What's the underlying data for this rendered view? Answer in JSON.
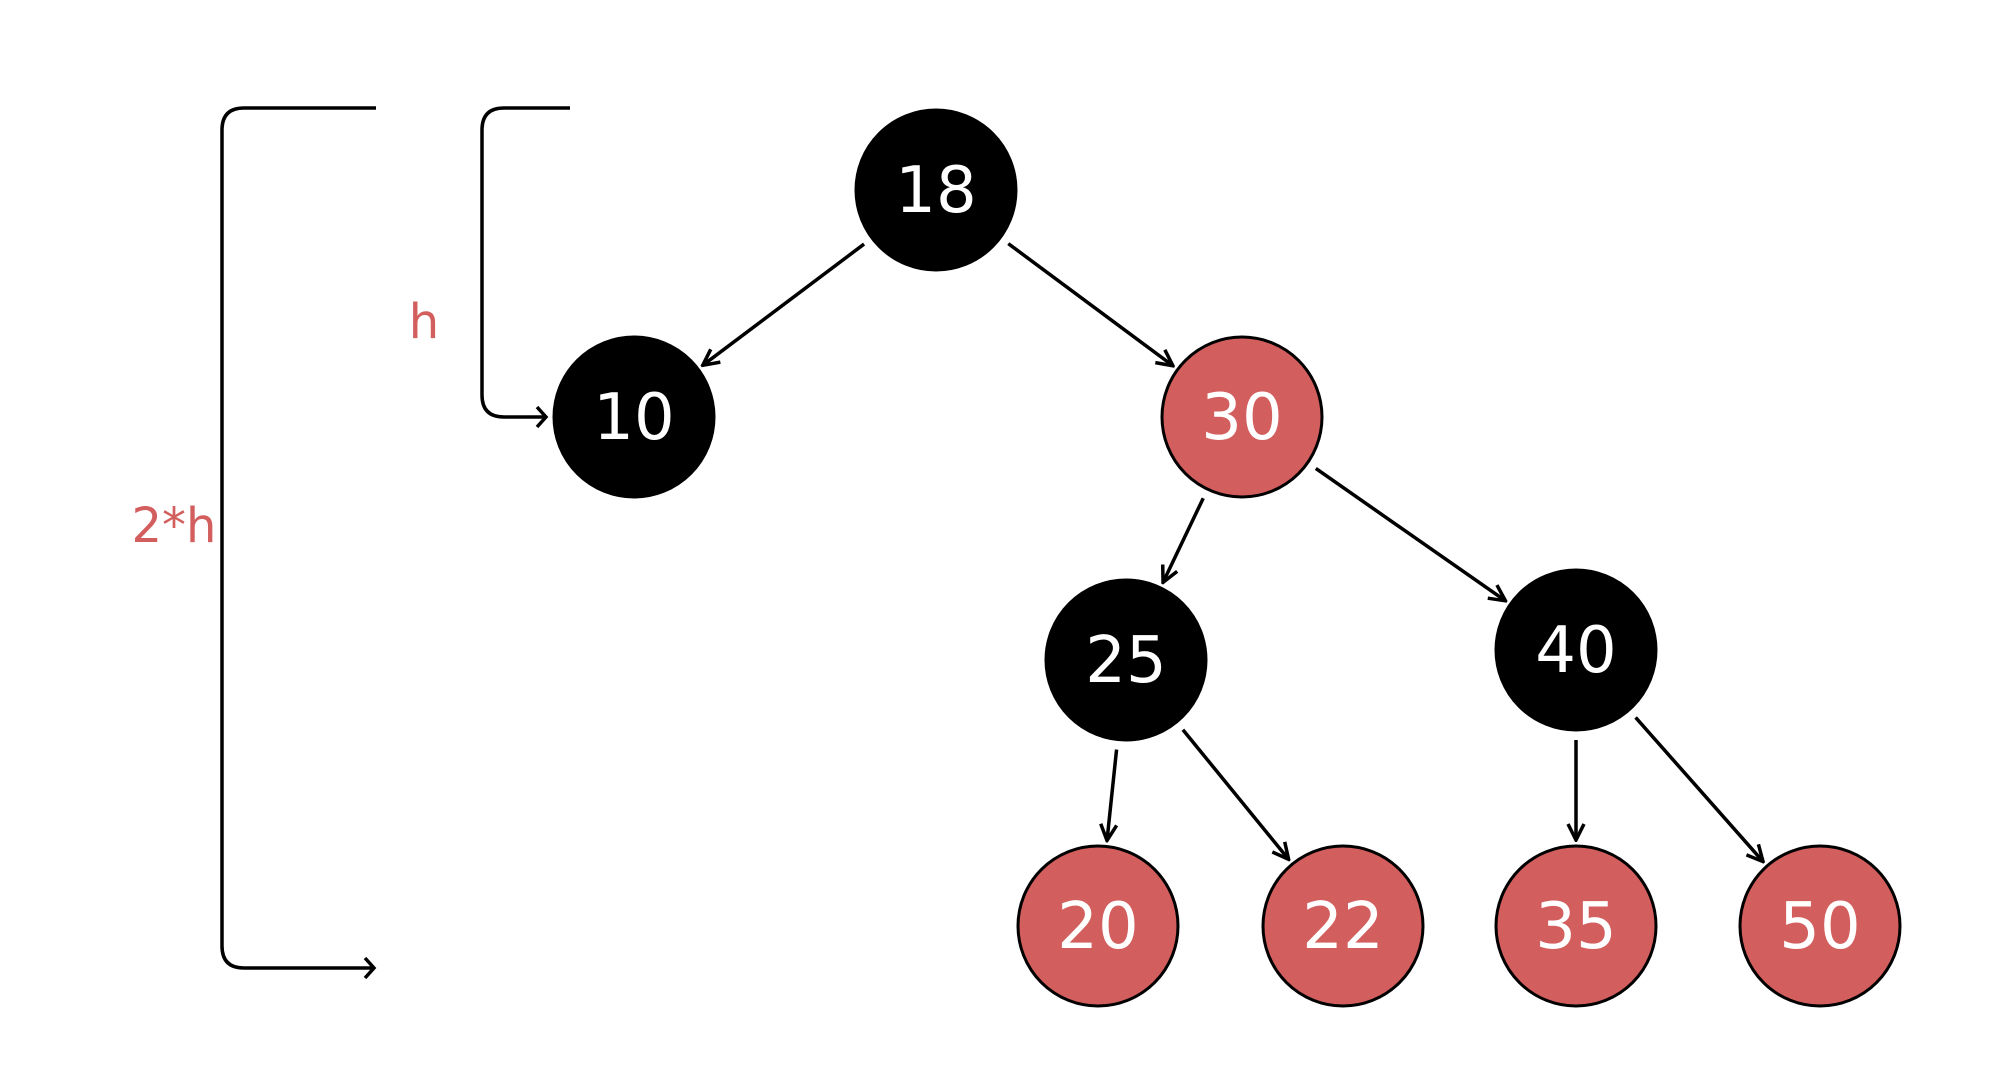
{
  "colors": {
    "black_node": "#000000",
    "red_node": "#d35e5e",
    "label": "#d35e5e",
    "text": "#ffffff"
  },
  "labels": {
    "h": "h",
    "two_h": "2*h"
  },
  "nodes": [
    {
      "id": "n18",
      "value": "18",
      "color": "black"
    },
    {
      "id": "n10",
      "value": "10",
      "color": "black"
    },
    {
      "id": "n30",
      "value": "30",
      "color": "red"
    },
    {
      "id": "n25",
      "value": "25",
      "color": "black"
    },
    {
      "id": "n40",
      "value": "40",
      "color": "black"
    },
    {
      "id": "n20",
      "value": "20",
      "color": "red"
    },
    {
      "id": "n22",
      "value": "22",
      "color": "red"
    },
    {
      "id": "n35",
      "value": "35",
      "color": "red"
    },
    {
      "id": "n50",
      "value": "50",
      "color": "red"
    }
  ],
  "edges": [
    {
      "from": "n18",
      "to": "n10"
    },
    {
      "from": "n18",
      "to": "n30"
    },
    {
      "from": "n30",
      "to": "n25"
    },
    {
      "from": "n30",
      "to": "n40"
    },
    {
      "from": "n25",
      "to": "n20"
    },
    {
      "from": "n25",
      "to": "n22"
    },
    {
      "from": "n40",
      "to": "n35"
    },
    {
      "from": "n40",
      "to": "n50"
    }
  ]
}
